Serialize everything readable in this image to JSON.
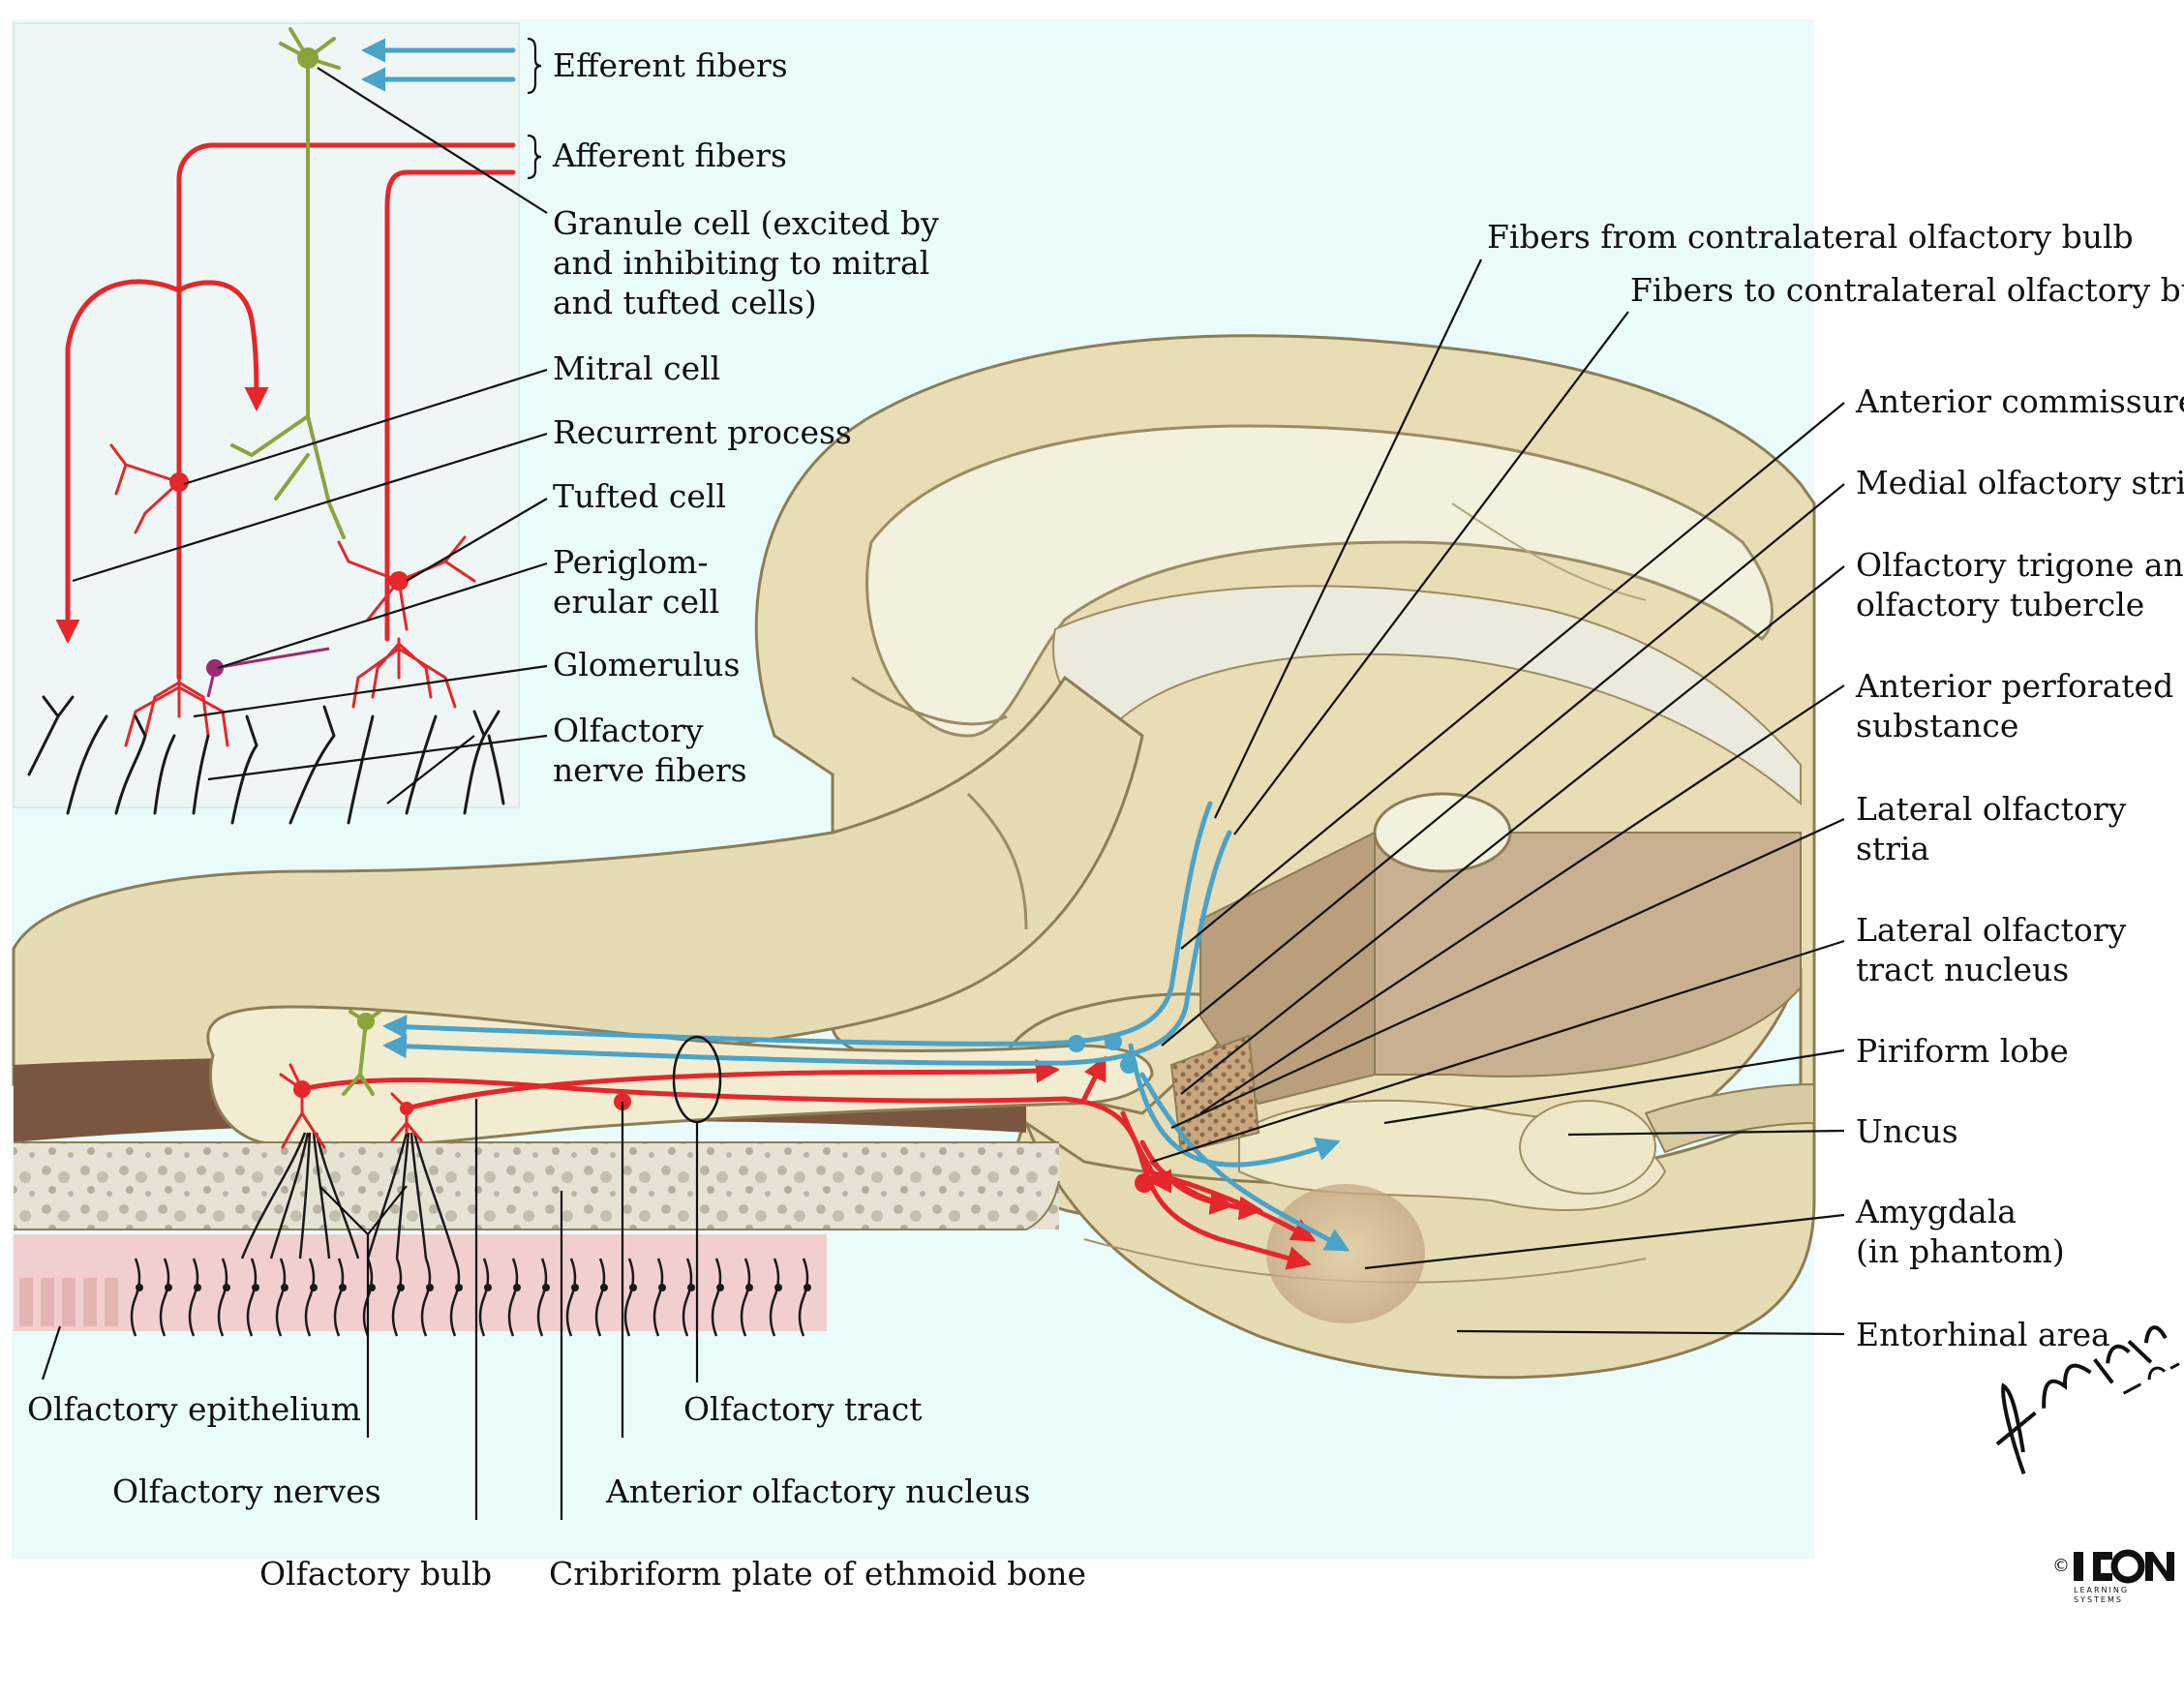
{
  "labels": {
    "efferent": "Efferent fibers",
    "afferent": "Afferent fibers",
    "granule_1": "Granule cell (excited by",
    "granule_2": "and inhibiting to mitral",
    "granule_3": "and tufted cells)",
    "mitral": "Mitral cell",
    "recurrent": "Recurrent process",
    "tufted": "Tufted cell",
    "periglom_1": "Periglom-",
    "periglom_2": "erular cell",
    "glomerulus": "Glomerulus",
    "olf_nerve_fibers_1": "Olfactory",
    "olf_nerve_fibers_2": "nerve fibers",
    "fibers_from": "Fibers from contralateral olfactory bulb",
    "fibers_to": "Fibers to contralateral olfactory bulb",
    "ant_commissure": "Anterior commissure",
    "medial_stria": "Medial olfactory stria",
    "trigone_1": "Olfactory trigone and",
    "trigone_2": "olfactory tubercle",
    "perforated_1": "Anterior perforated",
    "perforated_2": "substance",
    "lateral_stria_1": "Lateral olfactory",
    "lateral_stria_2": "stria",
    "lot_nucleus_1": "Lateral olfactory",
    "lot_nucleus_2": "tract nucleus",
    "piriform": "Piriform lobe",
    "uncus": "Uncus",
    "amygdala_1": "Amygdala",
    "amygdala_2": "(in phantom)",
    "entorhinal": "Entorhinal area",
    "epithelium": "Olfactory epithelium",
    "olf_nerves": "Olfactory nerves",
    "olf_bulb": "Olfactory bulb",
    "cribriform": "Cribriform plate of ethmoid bone",
    "olf_tract": "Olfactory tract",
    "ant_olf_nucleus": "Anterior olfactory nucleus"
  },
  "signature": {
    "artist": "F. Netter M.D.",
    "publisher": "ICON LEARNING SYSTEMS",
    "copyright": "©"
  },
  "colors": {
    "afferent": "#e5262b",
    "efferent": "#4aa3c8",
    "granule": "#8aa43c",
    "periglomerular": "#9c2a74",
    "background": "#e9fbfb",
    "tissue": "#e6dcb4"
  }
}
